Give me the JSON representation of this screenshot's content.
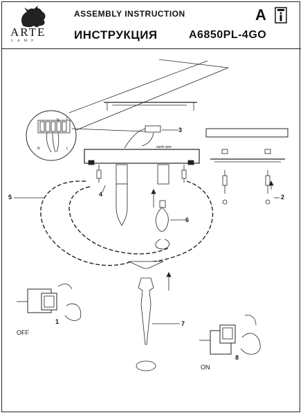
{
  "header": {
    "brand": "ARTE",
    "brand_sub": "LAMP",
    "title_en": "ASSEMBLY INSTRUCTION",
    "title_ru": "ИНСТРУКЦИЯ",
    "model": "A6850PL-4GO",
    "class_letter": "A",
    "info_icon": "info-book-icon"
  },
  "wiring": {
    "terminal_labels": [
      "N",
      "L",
      "N",
      "L"
    ],
    "earth_label": "earth wire"
  },
  "callouts": {
    "c1": "1",
    "c2": "2",
    "c3": "3",
    "c4": "4",
    "c5": "5",
    "c6": "6",
    "c7": "7",
    "c8": "8"
  },
  "switch_states": {
    "off": "OFF",
    "on": "ON"
  }
}
